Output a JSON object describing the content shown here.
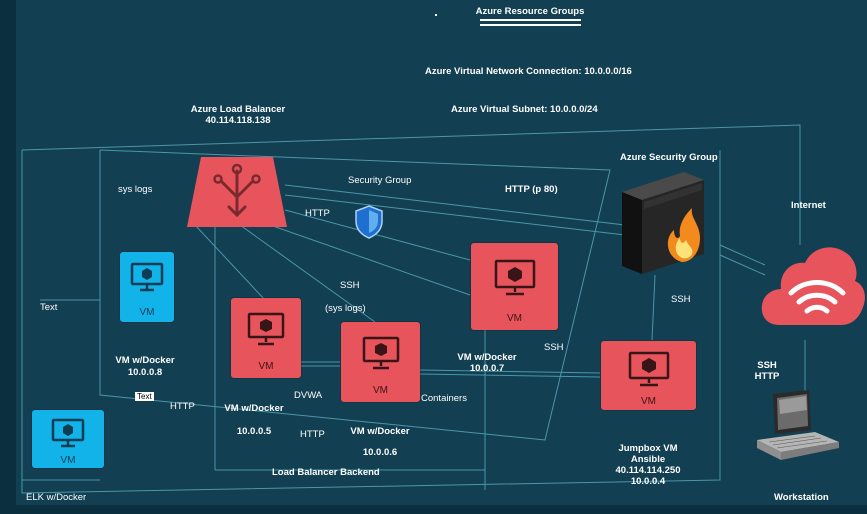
{
  "title": "Azure Resource Groups",
  "vnet_label": "Azure Virtual Network Connection: 10.0.0.0/16",
  "subnet_label": "Azure Virtual Subnet: 10.0.0.0/24",
  "load_balancer": {
    "title": "Azure Load Balancer",
    "ip": "40.114.118.138"
  },
  "security_group_top": "Azure Security Group",
  "security_group_mid": "Security Group",
  "internet_label": "Internet",
  "workstation_label": "Workstation",
  "labels": {
    "sys_logs": "sys logs",
    "http_lb": "HTTP",
    "http_p80": "HTTP (p 80)",
    "ssh_mid": "SSH",
    "sys_logs_paren": "(sys logs)",
    "ssh_right": "SSH",
    "ssh_fw": "SSH",
    "ssh_http_1": "SSH",
    "ssh_http_2": "HTTP",
    "text_left": "Text",
    "text_box": "Text",
    "http_bottom1": "HTTP",
    "http_bottom2": "HTTP",
    "dvwa": "DVWA",
    "containers": "Containers",
    "lb_backend": "Load Balancer Backend",
    "elk": "ELK w/Docker"
  },
  "vms": {
    "vm_text": "VM",
    "vm1": {
      "line1": "VM  w/Docker",
      "line2": "10.0.0.8"
    },
    "vm2": {
      "line1": "VM  w/Docker",
      "line2": "10.0.0.5"
    },
    "vm3": {
      "line1": "VM  w/Docker",
      "line2": "10.0.0.6"
    },
    "vm4": {
      "line1": "VM  w/Docker",
      "line2": "10.0.0.7"
    },
    "jumpbox": {
      "line1": "Jumpbox VM",
      "line2": "Ansible",
      "line3": "40.114.114.250",
      "line4": "10.0.0.4"
    }
  },
  "colors": {
    "background": "#123f52",
    "vm_red": "#e8545c",
    "vm_blue": "#12b3e8",
    "line": "#5fb3c7",
    "shield": "#1f6fd1"
  },
  "icons": [
    "load-balancer-icon",
    "shield-icon",
    "firewall-icon",
    "cloud-wifi-icon",
    "workstation-icon",
    "vm-monitor-icon"
  ]
}
